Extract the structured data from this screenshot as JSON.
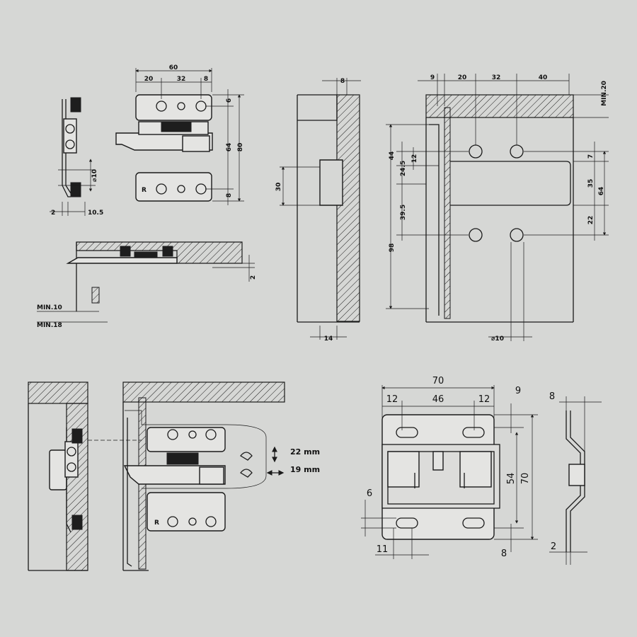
{
  "colors": {
    "paper": "#d6d7d5",
    "ink": "#1a1a1a"
  },
  "front_view": {
    "d60": "60",
    "d20": "20",
    "d32": "32",
    "d8": "8",
    "d6": "6",
    "d64": "64",
    "d80": "80",
    "d8b": "8",
    "marker": "R"
  },
  "side_view": {
    "d10": "⌀10",
    "d2": "2",
    "d10_5": "10.5"
  },
  "top_view": {
    "d2": "2",
    "min10": "MIN.10",
    "min18": "MIN.18"
  },
  "section_view": {
    "d8": "8",
    "d30": "30",
    "d14": "14"
  },
  "drill_view": {
    "d9": "9",
    "d20": "20",
    "d32": "32",
    "d40": "40",
    "min20": "MIN.20",
    "d44": "44",
    "d24_5": "24.5",
    "d12": "12",
    "d7": "7",
    "d35": "35",
    "d64": "64",
    "d22": "22",
    "d39_5": "39.5",
    "d98": "98",
    "d10": "⌀10"
  },
  "adjust_view": {
    "vertical": "22 mm",
    "horizontal": "19 mm",
    "marker": "R"
  },
  "plate_view": {
    "d70": "70",
    "d12a": "12",
    "d46": "46",
    "d12b": "12",
    "d9": "9",
    "d54": "54",
    "d70v": "70",
    "d6": "6",
    "d11": "11",
    "d8": "8",
    "d8b": "8",
    "d2": "2"
  }
}
